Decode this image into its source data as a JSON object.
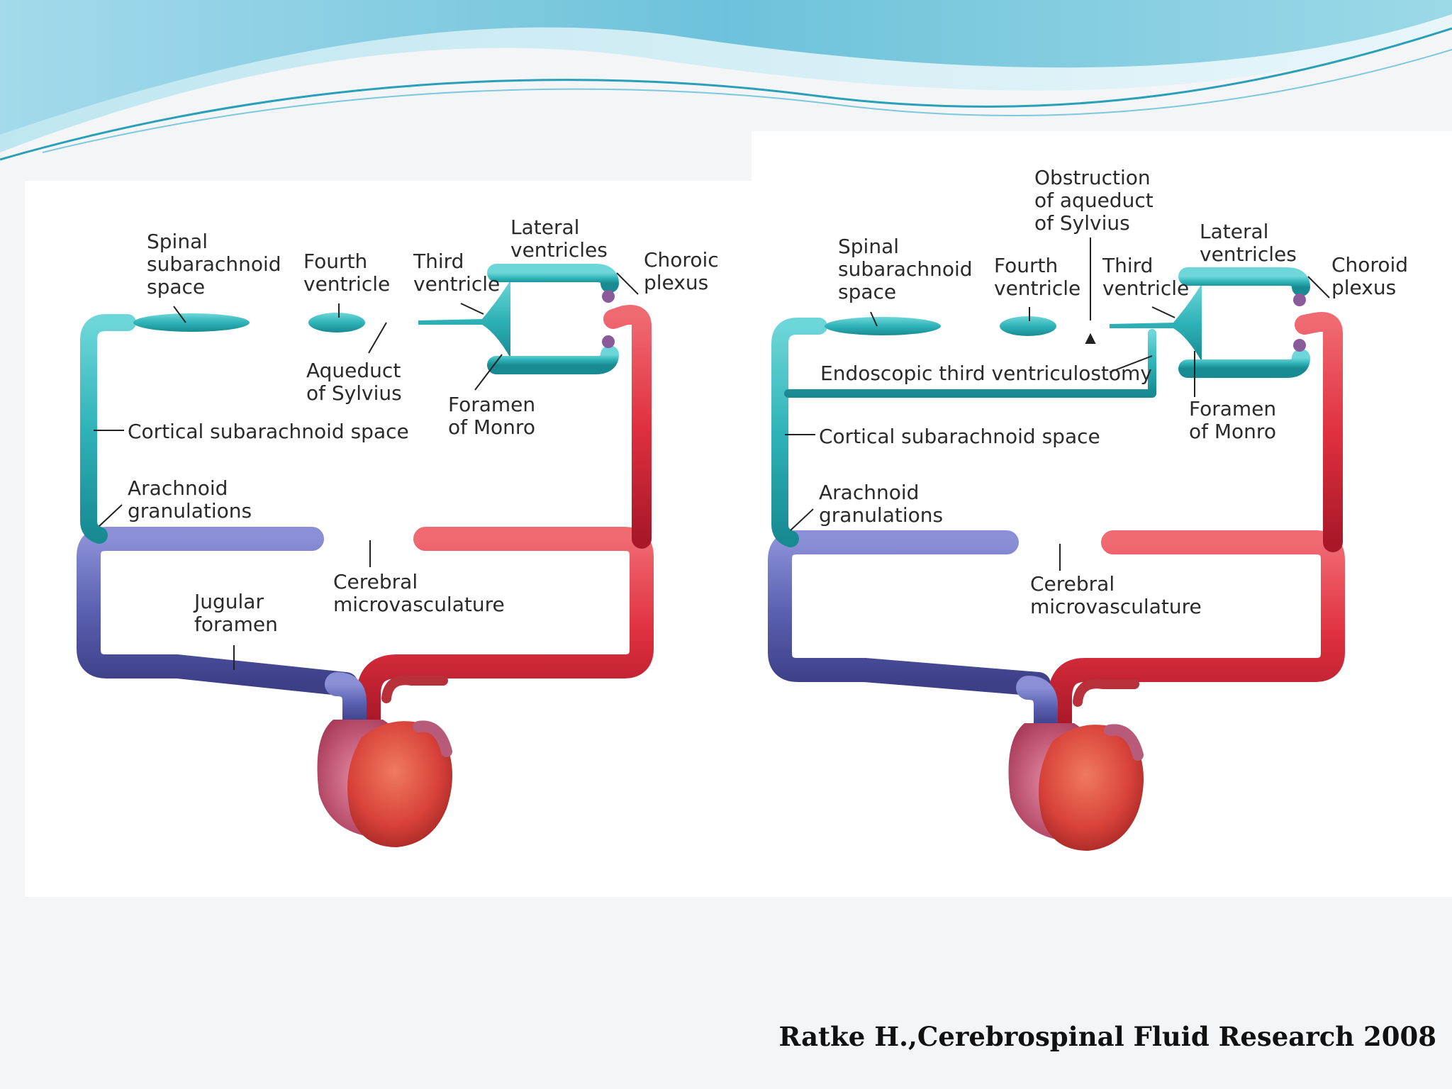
{
  "citation": "Ratke H.,Cerebrospinal Fluid Research 2008",
  "colors": {
    "csf": "#2fb3b8",
    "venous": "#5a5fb0",
    "arterial": "#e03040",
    "header_wave": "#6cc8dc"
  },
  "left_diagram": {
    "spinal": [
      "Spinal",
      "subarachnoid",
      "space"
    ],
    "fourth": [
      "Fourth",
      "ventricle"
    ],
    "third": [
      "Third",
      "ventricle"
    ],
    "lateral": [
      "Lateral",
      "ventricles"
    ],
    "choroid": [
      "Choroic",
      "plexus"
    ],
    "aqueduct": [
      "Aqueduct",
      "of Sylvius"
    ],
    "foramen_monro": [
      "Foramen",
      "of Monro"
    ],
    "cortical": "Cortical subarachnoid space",
    "arachnoid": [
      "Arachnoid",
      "granulations"
    ],
    "cerebral": [
      "Cerebral",
      "microvasculature"
    ],
    "jugular": [
      "Jugular",
      "foramen"
    ]
  },
  "right_diagram": {
    "obstruction": [
      "Obstruction",
      "of aqueduct",
      "of Sylvius"
    ],
    "spinal": [
      "Spinal",
      "subarachnoid",
      "space"
    ],
    "fourth": [
      "Fourth",
      "ventricle"
    ],
    "third": [
      "Third",
      "ventricle"
    ],
    "lateral": [
      "Lateral",
      "ventricles"
    ],
    "choroid": [
      "Choroid",
      "plexus"
    ],
    "etv": "Endoscopic third ventriculostomy",
    "foramen_monro": [
      "Foramen",
      "of Monro"
    ],
    "cortical": "Cortical subarachnoid space",
    "arachnoid": [
      "Arachnoid",
      "granulations"
    ],
    "cerebral": [
      "Cerebral",
      "microvasculature"
    ]
  }
}
